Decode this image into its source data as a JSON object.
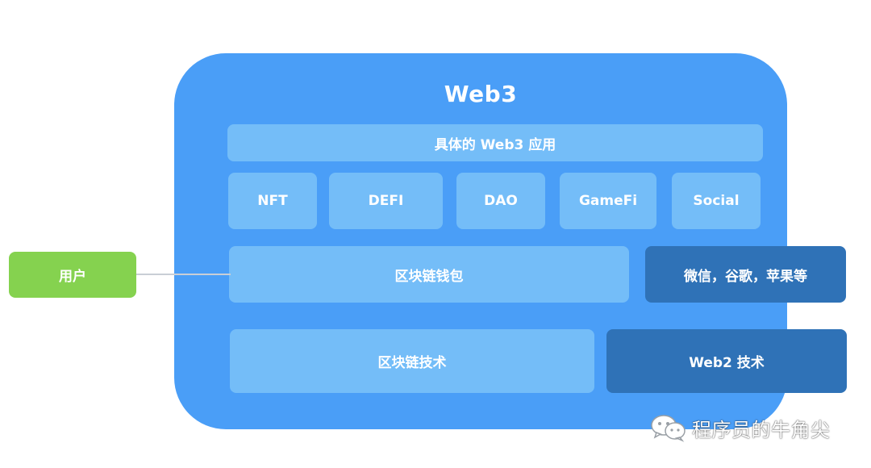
{
  "diagram": {
    "title": "Web3",
    "apps_label": "具体的 Web3 应用",
    "categories": [
      "NFT",
      "DEFI",
      "DAO",
      "GameFi",
      "Social"
    ],
    "wallet_label": "区块链钱包",
    "web2_apps_label": "微信，谷歌，苹果等",
    "blockchain_label": "区块链技术",
    "web2_tech_label": "Web2 技术",
    "user_label": "用户"
  },
  "watermark": {
    "text": "程序员的牛角尖",
    "icon": "wechat-icon"
  },
  "colors": {
    "container": "#4a9ef7",
    "light_box": "#74bdf8",
    "dark_box": "#2f72b7",
    "user_box": "#85d24f",
    "connector": "#c9ced6"
  }
}
